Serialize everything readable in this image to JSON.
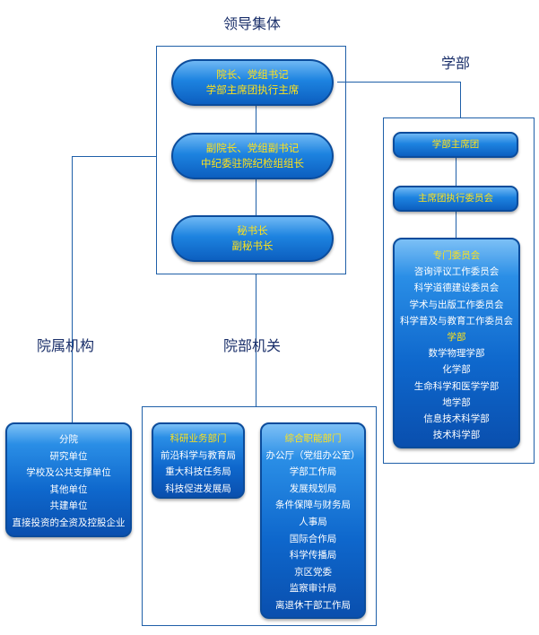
{
  "headings": {
    "leadership": "领导集体",
    "academic": "学部",
    "affiliated": "院属机构",
    "offices": "院部机关"
  },
  "leadership": [
    [
      "院长、党组书记",
      "学部主席团执行主席"
    ],
    [
      "副院长、党组副书记",
      "中纪委驻院纪检组组长"
    ],
    [
      "秘书长",
      "副秘书长"
    ]
  ],
  "academic": {
    "presidium": "学部主席团",
    "executive_committee": "主席团执行委员会",
    "committees_title": "专门委员会",
    "committees": [
      "咨询评议工作委员会",
      "科学道德建设委员会",
      "学术与出版工作委员会",
      "科学普及与教育工作委员会"
    ],
    "divisions_title": "学部",
    "divisions": [
      "数学物理学部",
      "化学部",
      "生命科学和医学学部",
      "地学部",
      "信息技术科学部",
      "技术科学部"
    ]
  },
  "affiliated": {
    "items": [
      "分院",
      "研究单位",
      "学校及公共支撑单位",
      "其他单位",
      "共建单位",
      "直接投资的全资及控股企业"
    ]
  },
  "offices": {
    "research_title": "科研业务部门",
    "research": [
      "前沿科学与教育局",
      "重大科技任务局",
      "科技促进发展局"
    ],
    "general_title": "综合职能部门",
    "general": [
      "办公厅（党组办公室）",
      "学部工作局",
      "发展规划局",
      "条件保障与财务局",
      "人事局",
      "国际合作局",
      "科学传播局",
      "京区党委",
      "监察审计局",
      "离退休干部工作局"
    ]
  }
}
